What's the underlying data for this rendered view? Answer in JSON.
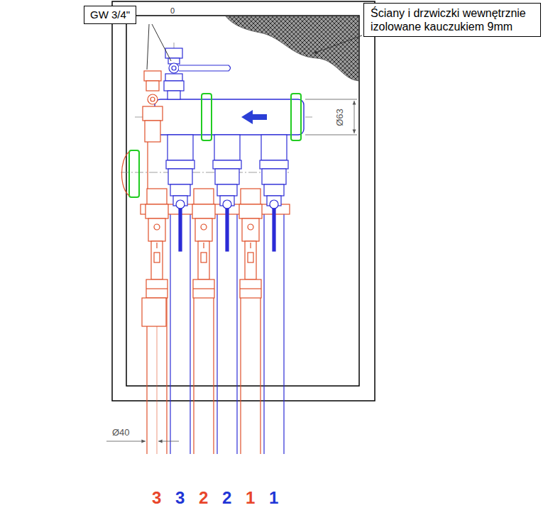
{
  "diagram": {
    "nodes": [
      {
        "text": [
          "GW 3/4\""
        ]
      },
      {
        "text": [
          "Ściany i drzwiczki wewnętrznie izolowane kauczukiem 9mm"
        ]
      }
    ],
    "labels": [
      "0",
      "Ø63",
      "Ø40",
      "3",
      "3",
      "2",
      "2",
      "1",
      "1"
    ]
  }
}
